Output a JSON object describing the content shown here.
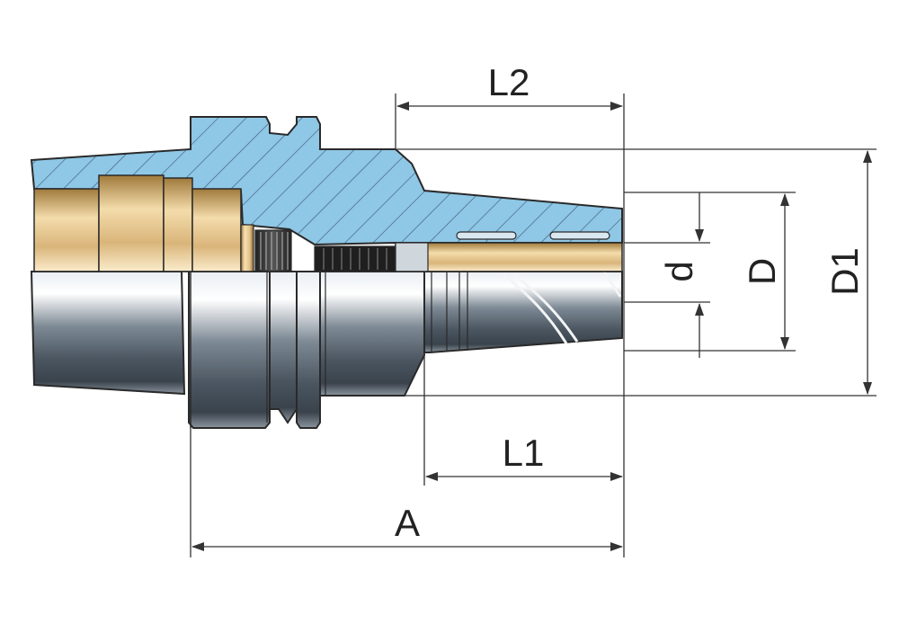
{
  "drawing": {
    "dimension_labels": {
      "L2": "L2",
      "L1": "L1",
      "A": "A",
      "d": "d",
      "D": "D",
      "D1": "D1"
    },
    "colors": {
      "section_blue": "#8fc7e6",
      "section_bore_gold": "#d9b57a",
      "steel_dark": "#4a5560",
      "steel_light": "#e8edf2",
      "outline": "#2a2a2a",
      "dimension_line": "#333333"
    }
  }
}
